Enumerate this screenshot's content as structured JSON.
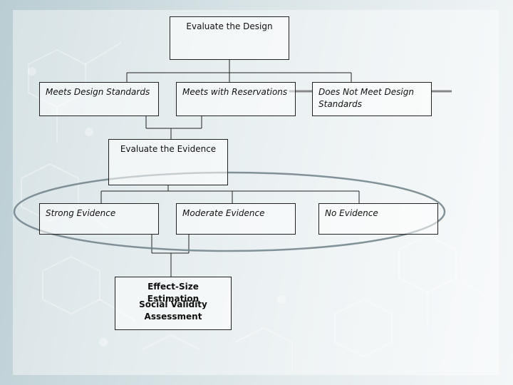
{
  "diagram": {
    "nodes": {
      "evaluate_design": "Evaluate the Design",
      "meets_standards": "Meets Design Standards",
      "meets_reservations": "Meets with Reservations",
      "does_not_meet": "Does Not Meet Design Standards",
      "evaluate_evidence": "Evaluate the Evidence",
      "strong_evidence": "Strong Evidence",
      "moderate_evidence": "Moderate Evidence",
      "no_evidence": "No Evidence",
      "effect_size": "Effect-Size Estimation",
      "social_validity": "Social Validity Assessment"
    },
    "colors": {
      "line": "#222222",
      "arrow_bar": "#888888",
      "ellipse": "#6f8088"
    }
  }
}
